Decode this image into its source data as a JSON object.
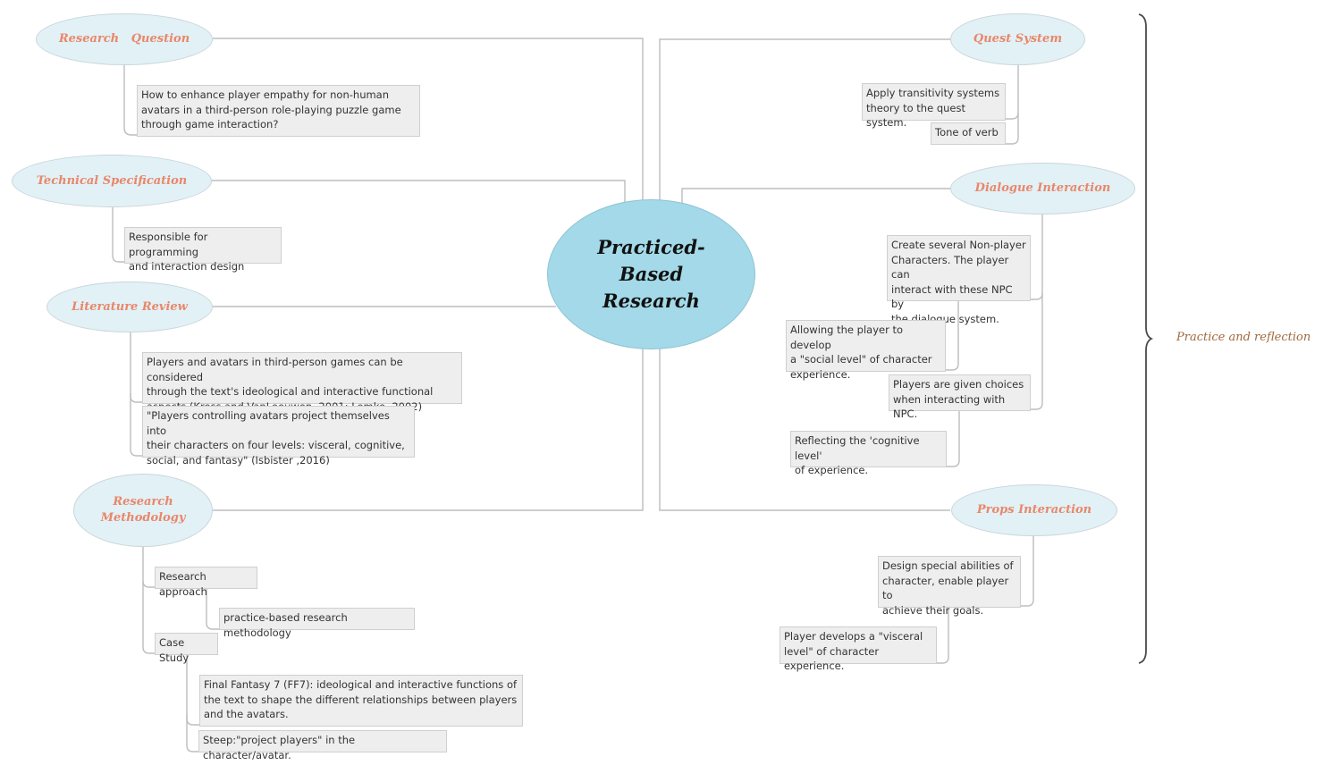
{
  "center": {
    "title": "Practiced-\nBased\nResearch"
  },
  "left": {
    "research_question": {
      "title": "Research   Question",
      "notes": [
        "How to enhance player empathy for non-human\navatars in a third-person role-playing puzzle game\nthrough game interaction?"
      ]
    },
    "technical_specification": {
      "title": "Technical Specification",
      "notes": [
        "Responsible for programming\nand interaction design"
      ]
    },
    "literature_review": {
      "title": "Literature Review",
      "notes": [
        "Players and avatars in third-person games can be considered\nthrough the text's ideological and interactive functional\naspects  (Kress and VanLeeuwen, 2001; Lemke, 2002)",
        "\"Players controlling avatars project themselves into\ntheir characters on four levels: visceral, cognitive,\nsocial, and fantasy\" (Isbister ,2016)"
      ]
    },
    "research_methodology": {
      "title": "Research\nMethodology",
      "approach": "Research approach",
      "approach_detail": "practice-based research methodology",
      "case_study": "Case Study",
      "case_notes": [
        "Final Fantasy 7 (FF7): ideological and interactive functions of\nthe text to shape the different relationships between players\nand the avatars.",
        "Steep:\"project players\" in the character/avatar."
      ]
    }
  },
  "right": {
    "quest_system": {
      "title": "Quest System",
      "notes": [
        "Apply transitivity systems\ntheory to the quest system.",
        "Tone of verb"
      ]
    },
    "dialogue_interaction": {
      "title": "Dialogue Interaction",
      "notes": [
        "Create several Non-player\nCharacters. The player can\ninteract with these NPC by\nthe dialogue system.",
        "Allowing the player to develop\na \"social level\" of character\nexperience.",
        "Players are given choices\nwhen interacting with NPC.",
        "Reflecting the 'cognitive level'\nof experience."
      ]
    },
    "props_interaction": {
      "title": "Props Interaction",
      "notes": [
        "Design special abilities of\ncharacter, enable player to\nachieve their goals.",
        "Player develops a \"visceral\nlevel\" of character experience."
      ]
    }
  },
  "brace_label": "Practice and reflection",
  "colors": {
    "topic_text": "#e9876a",
    "topic_fill": "#e2f1f6",
    "center_fill": "#a3d9e8",
    "note_fill": "#eeeeee",
    "brace_label": "#a0683e"
  }
}
